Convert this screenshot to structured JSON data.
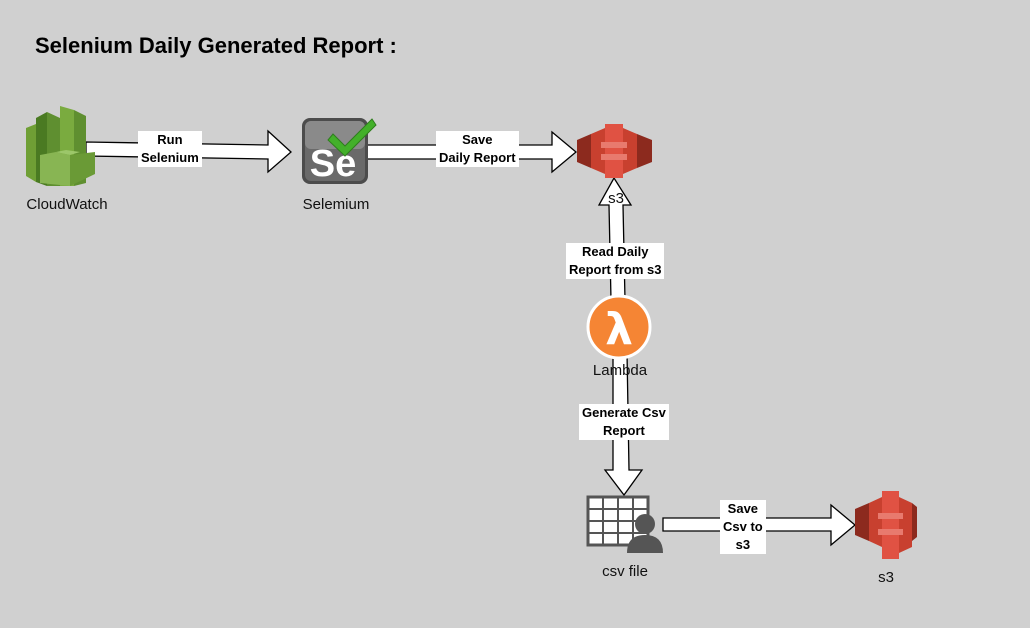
{
  "title": "Selenium Daily Generated Report :",
  "nodes": {
    "cloudwatch": {
      "label": "CloudWatch",
      "icon": "cloudwatch-icon"
    },
    "selenium": {
      "label": "Selemium",
      "icon": "selenium-icon"
    },
    "s3_top": {
      "label": "s3",
      "icon": "s3-bucket-icon"
    },
    "lambda": {
      "label": "Lambda",
      "icon": "lambda-icon"
    },
    "csv": {
      "label": "csv file",
      "icon": "csv-file-icon"
    },
    "s3_bottom": {
      "label": "s3",
      "icon": "s3-bucket-icon"
    }
  },
  "edges": {
    "run_selenium": "Run\nSelenium",
    "save_daily_report": "Save\nDaily Report",
    "read_daily_report": "Read Daily\nReport from s3",
    "generate_csv": "Generate Csv\nReport",
    "save_csv": "Save\nCsv to\ns3"
  },
  "colors": {
    "background": "#d0d0d0",
    "cloudwatch_green": "#6a9a36",
    "s3_red": "#e05243",
    "lambda_orange": "#f58534",
    "selenium_gray": "#555555",
    "check_green": "#43b02a"
  }
}
